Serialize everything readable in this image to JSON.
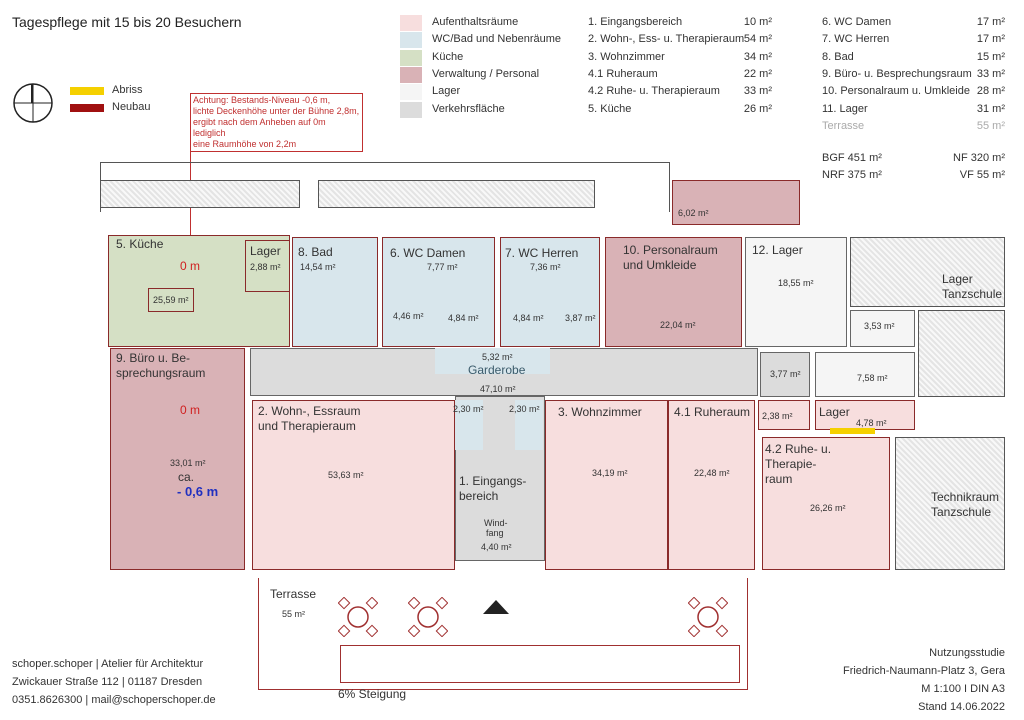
{
  "title": "Tagespflege mit 15 bis 20 Besuchern",
  "legend_colors": [
    {
      "label": "Aufenthaltsräume",
      "color": "#f7dede"
    },
    {
      "label": "WC/Bad und Nebenräume",
      "color": "#d8e6ec"
    },
    {
      "label": "Küche",
      "color": "#d5e0c5"
    },
    {
      "label": "Verwaltung / Personal",
      "color": "#d9b2b6"
    },
    {
      "label": "Lager",
      "color": "#f5f5f5"
    },
    {
      "label": "Verkehrsfläche",
      "color": "#dcdcdc"
    }
  ],
  "areas_col1": [
    {
      "name": "1. Eingangsbereich",
      "area": "10 m²"
    },
    {
      "name": "2. Wohn-, Ess- u. Therapieraum",
      "area": "54 m²"
    },
    {
      "name": "3. Wohnzimmer",
      "area": "34 m²"
    },
    {
      "name": "4.1 Ruheraum",
      "area": "22 m²"
    },
    {
      "name": "4.2 Ruhe- u. Therapieraum",
      "area": "33 m²"
    },
    {
      "name": "5. Küche",
      "area": "26 m²"
    }
  ],
  "areas_col2": [
    {
      "name": "6. WC Damen",
      "area": "17 m²"
    },
    {
      "name": "7. WC Herren",
      "area": "17 m²"
    },
    {
      "name": "8. Bad",
      "area": "15 m²"
    },
    {
      "name": "9. Büro- u. Besprechungsraum",
      "area": "33 m²"
    },
    {
      "name": "10. Personalraum u. Umkleide",
      "area": "28 m²"
    },
    {
      "name": "11. Lager",
      "area": "31 m²"
    },
    {
      "name": "Terrasse",
      "area": "55 m²"
    }
  ],
  "totals": {
    "bgf": "BGF 451 m²",
    "nf": "NF 320 m²",
    "nrf": "NRF 375 m²",
    "vf": "VF 55 m²"
  },
  "line_legend": {
    "abriss": "Abriss",
    "neubau": "Neubau",
    "abriss_color": "#f5d000",
    "neubau_color": "#a01010"
  },
  "note": [
    "Achtung: Bestands-Niveau -0,6 m,",
    "lichte Deckenhöhe unter der Bühne 2,8m,",
    "ergibt nach dem Anheben auf 0m lediglich",
    "eine Raumhöhe von 2,2m"
  ],
  "rooms": {
    "kueche": {
      "label": "5. Küche",
      "area": "25,59 m²",
      "level": "0 m"
    },
    "lager_small": {
      "label": "Lager",
      "area": "2,88 m²"
    },
    "bad": {
      "label": "8. Bad",
      "area": "14,54 m²"
    },
    "wc_damen": {
      "label": "6. WC Damen",
      "area": "7,77 m²",
      "sub1": "4,46 m²",
      "sub2": "4,84 m²"
    },
    "wc_herren": {
      "label": "7. WC Herren",
      "area": "7,36 m²",
      "sub1": "4,84 m²",
      "sub2": "3,87 m²"
    },
    "personal": {
      "label1": "10. Personalraum",
      "label2": "und Umkleide",
      "area": "22,04 m²",
      "sub": "6,02 m²"
    },
    "lager12": {
      "label": "12. Lager",
      "area": "18,55 m²"
    },
    "lager_tanz": {
      "label1": "Lager",
      "label2": "Tanzschule"
    },
    "r353": "3,53 m²",
    "garderobe": {
      "label": "Garderobe",
      "area": "5,32 m²",
      "corridor": "47,10 m²"
    },
    "r377": "3,77 m²",
    "r758": "7,58 m²",
    "buero": {
      "label1": "9. Büro u. Be-",
      "label2": "sprechungsraum",
      "level": "0 m",
      "area": "33,01 m²",
      "ca": "ca.",
      "level2": "- 0,6 m"
    },
    "wohn": {
      "label1": "2. Wohn-, Essraum",
      "label2": "und Therapieraum",
      "area": "53,63 m²"
    },
    "wc_small1": "2,30 m²",
    "wc_small2": "2,30 m²",
    "eingang": {
      "label1": "1. Eingangs-",
      "label2": "bereich"
    },
    "windfang": {
      "label1": "Wind-",
      "label2": "fang",
      "area": "4,40 m²"
    },
    "wohnzimmer": {
      "label": "3. Wohnzimmer",
      "area": "34,19 m²"
    },
    "ruhe41": {
      "label": "4.1 Ruheraum",
      "area": "22,48 m²"
    },
    "r238": "2,38 m²",
    "lager478": {
      "label": "Lager",
      "area": "4,78 m²"
    },
    "ruhe42": {
      "label1": "4.2 Ruhe- u.",
      "label2": "Therapie-",
      "label3": "raum",
      "area": "26,26 m²"
    },
    "technik": {
      "label1": "Technikraum",
      "label2": "Tanzschule"
    },
    "terrasse": {
      "label": "Terrasse",
      "area": "55 m²"
    },
    "steigung": "6% Steigung"
  },
  "footer_left": [
    "schoper.schoper | Atelier für Architektur",
    "Zwickauer Straße 112 | 01187 Dresden",
    "0351.8626300 | mail@schoperschoper.de"
  ],
  "footer_right": [
    "Nutzungsstudie",
    "Friedrich-Naumann-Platz 3, Gera",
    "M 1:100 I DIN A3",
    "Stand 14.06.2022"
  ]
}
